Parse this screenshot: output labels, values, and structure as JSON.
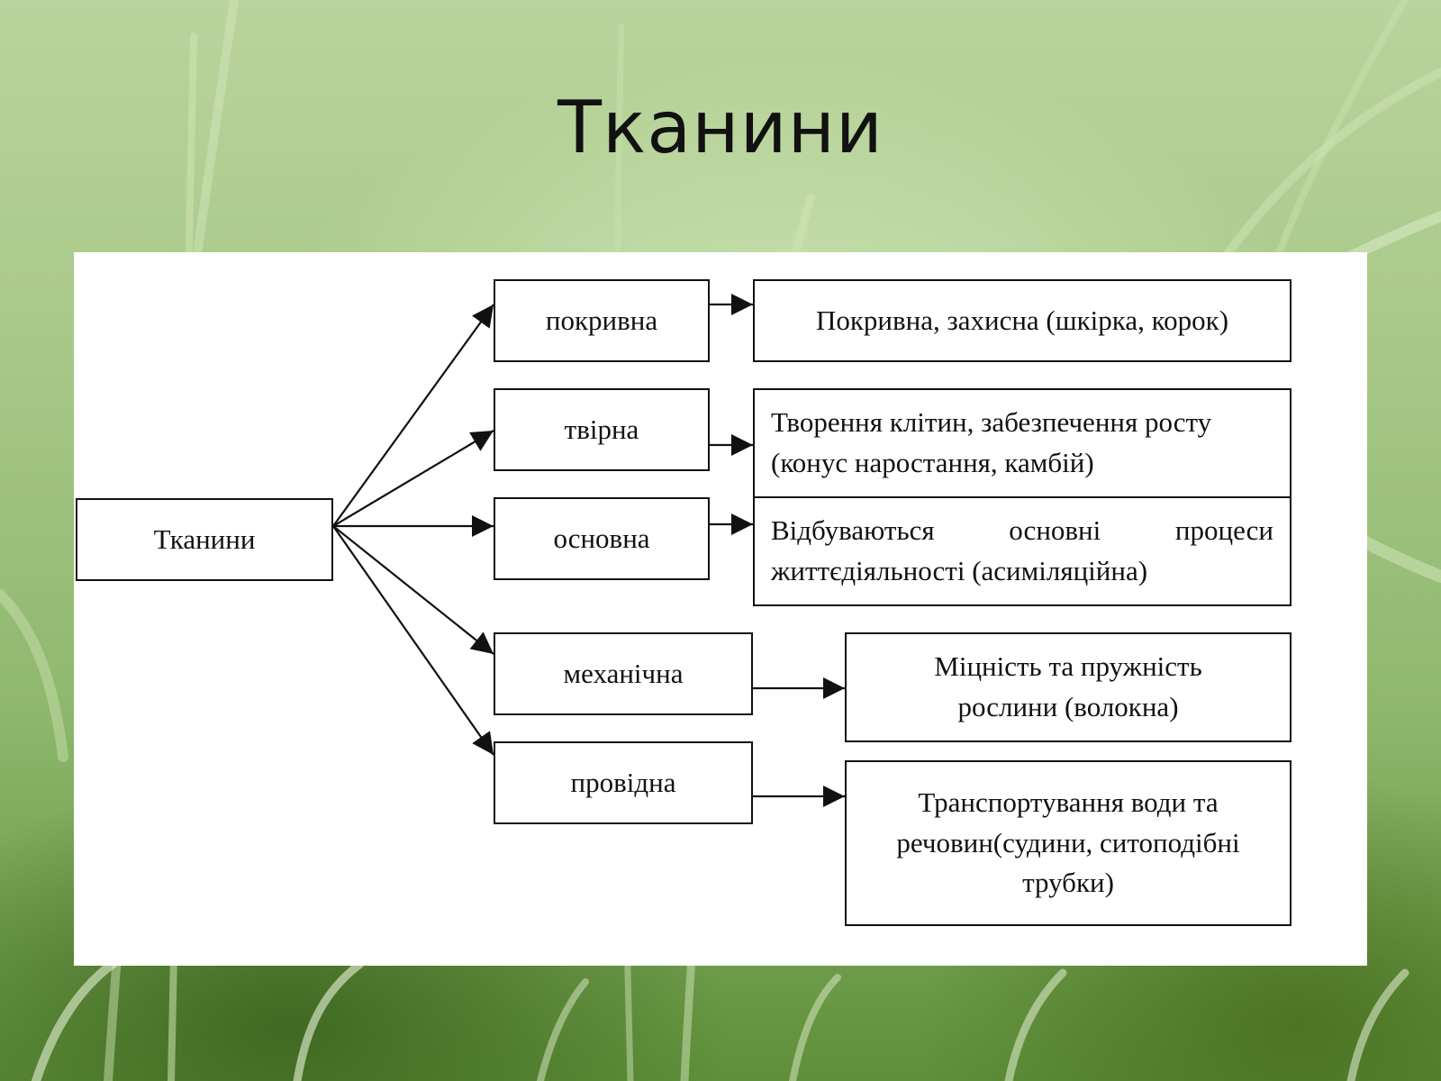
{
  "slide": {
    "title": "Тканини"
  },
  "diagram": {
    "root": "Тканини",
    "types": [
      {
        "label": "покривна",
        "description": "Покривна, захисна (шкірка, корок)"
      },
      {
        "label": "твірна",
        "description": "Творення клітин, забезпечення росту (конус наростання, камбій)"
      },
      {
        "label": "основна",
        "description": "Відбуваються основні процеси життєдіяльності (асиміляційна)"
      },
      {
        "label": "механічна",
        "description": "Міцність та пружність рослини (волокна)"
      },
      {
        "label": "провідна",
        "description": "Транспортування води та речовин(судини, ситоподібні трубки)"
      }
    ]
  }
}
